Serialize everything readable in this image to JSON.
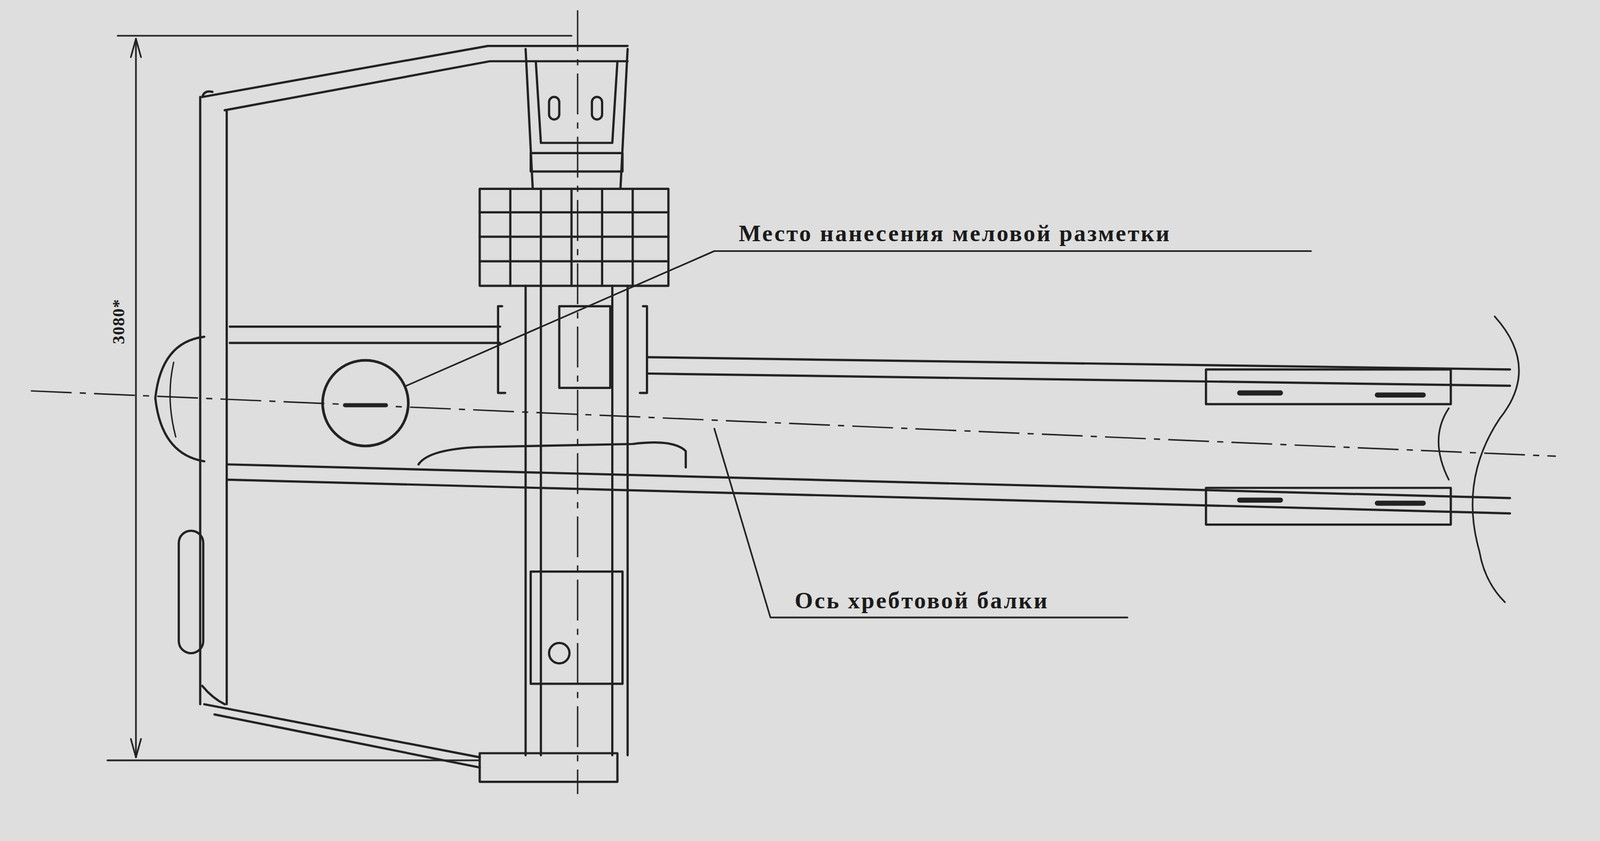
{
  "diagram": {
    "labels": [
      "Место нанесения меловой разметки",
      "Ось хребтовой балки",
      "3080*"
    ]
  }
}
